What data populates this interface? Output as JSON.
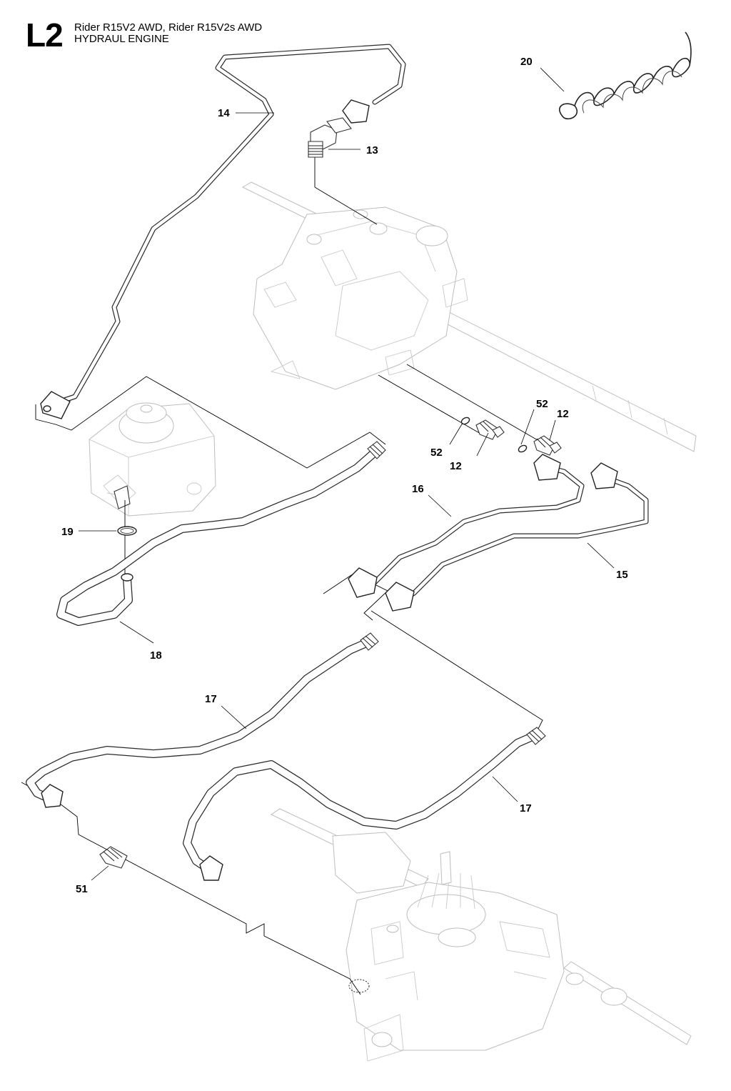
{
  "header": {
    "section_code": "L2",
    "models": "Rider R15V2 AWD, Rider R15V2s AWD",
    "subtitle": "HYDRAUL ENGINE"
  },
  "callouts": [
    "20",
    "14",
    "13",
    "52",
    "12",
    "52",
    "12",
    "16",
    "19",
    "15",
    "18",
    "17",
    "17",
    "51"
  ]
}
